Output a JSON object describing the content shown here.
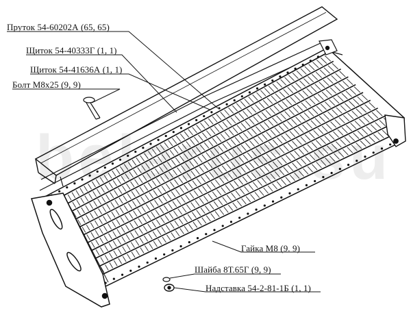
{
  "labels": {
    "prutok": "Пруток 54-60202А (65, 65)",
    "shchitok1": "Щиток 54-40333Г (1, 1)",
    "shchitok2": "Щиток 54-41636А (1, 1)",
    "bolt": "Болт М8х25 (9, 9)",
    "gaika": "Гайка М8 (9. 9)",
    "shaiba": "Шайба 8Т.65Г (9, 9)",
    "nadstavka": "Надставка 54-2-81-1Б (1, 1)"
  },
  "watermark": "belarus.su",
  "colors": {
    "ink": "#111111",
    "paper": "#ffffff"
  }
}
